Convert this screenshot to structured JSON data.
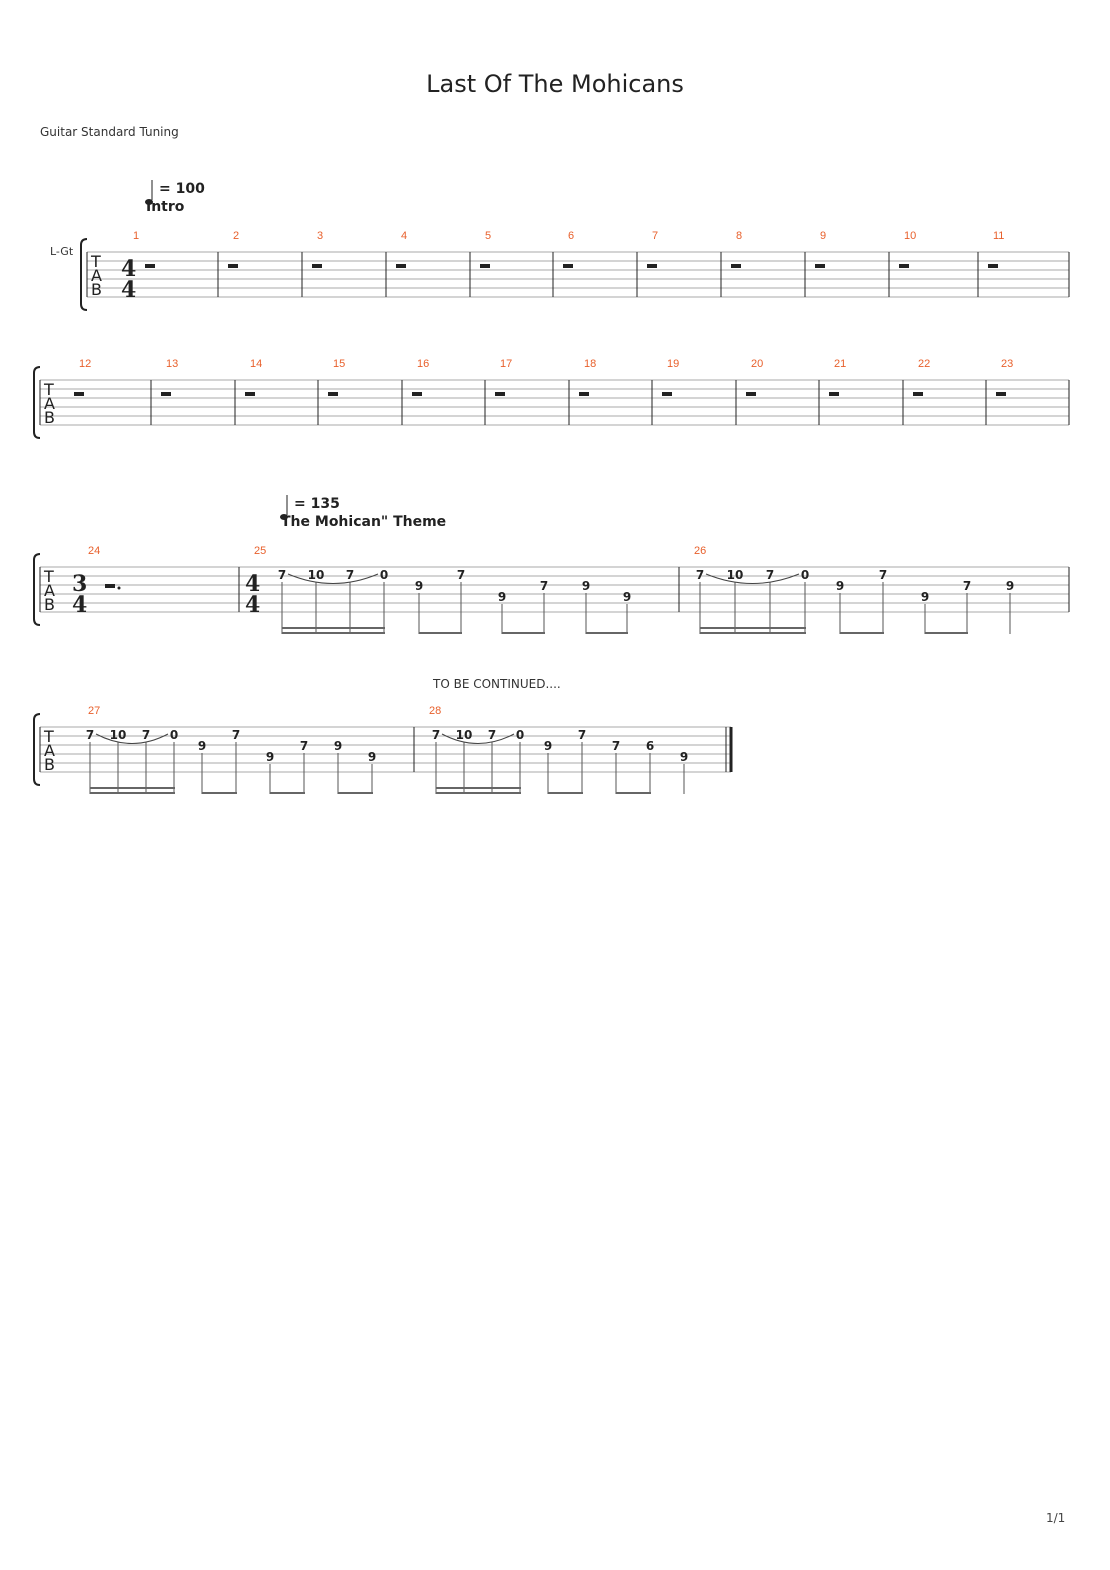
{
  "title": "Last Of The Mohicans",
  "tuning": "Guitar Standard Tuning",
  "track": "L-Gt",
  "footer_note": "TO BE CONTINUED....",
  "page_number": "1/1",
  "tempo_marks": [
    {
      "bpm": "= 100",
      "section": "Intro"
    },
    {
      "bpm": "= 135",
      "section": "The Mohican\" Theme"
    }
  ],
  "systems": [
    {
      "clef": "TAB",
      "time_signature": [
        "4",
        "4"
      ],
      "bars": [
        {
          "number": "1",
          "rest": "half"
        },
        {
          "number": "2",
          "rest": "half"
        },
        {
          "number": "3",
          "rest": "half"
        },
        {
          "number": "4",
          "rest": "half"
        },
        {
          "number": "5",
          "rest": "half"
        },
        {
          "number": "6",
          "rest": "half"
        },
        {
          "number": "7",
          "rest": "half"
        },
        {
          "number": "8",
          "rest": "half"
        },
        {
          "number": "9",
          "rest": "half"
        },
        {
          "number": "10",
          "rest": "half"
        },
        {
          "number": "11",
          "rest": "half"
        }
      ]
    },
    {
      "clef": "TAB",
      "bars": [
        {
          "number": "12",
          "rest": "half"
        },
        {
          "number": "13",
          "rest": "half"
        },
        {
          "number": "14",
          "rest": "half"
        },
        {
          "number": "15",
          "rest": "half"
        },
        {
          "number": "16",
          "rest": "half"
        },
        {
          "number": "17",
          "rest": "half"
        },
        {
          "number": "18",
          "rest": "half"
        },
        {
          "number": "19",
          "rest": "half"
        },
        {
          "number": "20",
          "rest": "half"
        },
        {
          "number": "21",
          "rest": "half"
        },
        {
          "number": "22",
          "rest": "half"
        },
        {
          "number": "23",
          "rest": "half"
        }
      ]
    },
    {
      "clef": "TAB",
      "bars": [
        {
          "number": "24",
          "time_signature": [
            "3",
            "4"
          ],
          "rest": "dotted-half"
        },
        {
          "number": "25",
          "time_signature": [
            "4",
            "4"
          ],
          "notes": [
            {
              "fret": "7",
              "string": 1
            },
            {
              "fret": "10",
              "string": 1
            },
            {
              "fret": "7",
              "string": 1
            },
            {
              "fret": "0",
              "string": 1
            },
            {
              "fret": "9",
              "string": 2
            },
            {
              "fret": "7",
              "string": 1
            },
            {
              "fret": "9",
              "string": 3
            },
            {
              "fret": "7",
              "string": 2
            },
            {
              "fret": "9",
              "string": 2
            },
            {
              "fret": "9",
              "string": 3
            }
          ]
        },
        {
          "number": "26",
          "notes": [
            {
              "fret": "7",
              "string": 1
            },
            {
              "fret": "10",
              "string": 1
            },
            {
              "fret": "7",
              "string": 1
            },
            {
              "fret": "0",
              "string": 1
            },
            {
              "fret": "9",
              "string": 2
            },
            {
              "fret": "7",
              "string": 1
            },
            {
              "fret": "9",
              "string": 3
            },
            {
              "fret": "7",
              "string": 2
            },
            {
              "fret": "9",
              "string": 2
            }
          ]
        }
      ]
    },
    {
      "clef": "TAB",
      "bars": [
        {
          "number": "27",
          "notes": [
            {
              "fret": "7",
              "string": 1
            },
            {
              "fret": "10",
              "string": 1
            },
            {
              "fret": "7",
              "string": 1
            },
            {
              "fret": "0",
              "string": 1
            },
            {
              "fret": "9",
              "string": 2
            },
            {
              "fret": "7",
              "string": 1
            },
            {
              "fret": "9",
              "string": 3
            },
            {
              "fret": "7",
              "string": 2
            },
            {
              "fret": "9",
              "string": 2
            },
            {
              "fret": "9",
              "string": 3
            }
          ]
        },
        {
          "number": "28",
          "notes": [
            {
              "fret": "7",
              "string": 1
            },
            {
              "fret": "10",
              "string": 1
            },
            {
              "fret": "7",
              "string": 1
            },
            {
              "fret": "0",
              "string": 1
            },
            {
              "fret": "9",
              "string": 2
            },
            {
              "fret": "7",
              "string": 1
            },
            {
              "fret": "7",
              "string": 2
            },
            {
              "fret": "6",
              "string": 2
            },
            {
              "fret": "9",
              "string": 3
            }
          ]
        }
      ]
    }
  ]
}
